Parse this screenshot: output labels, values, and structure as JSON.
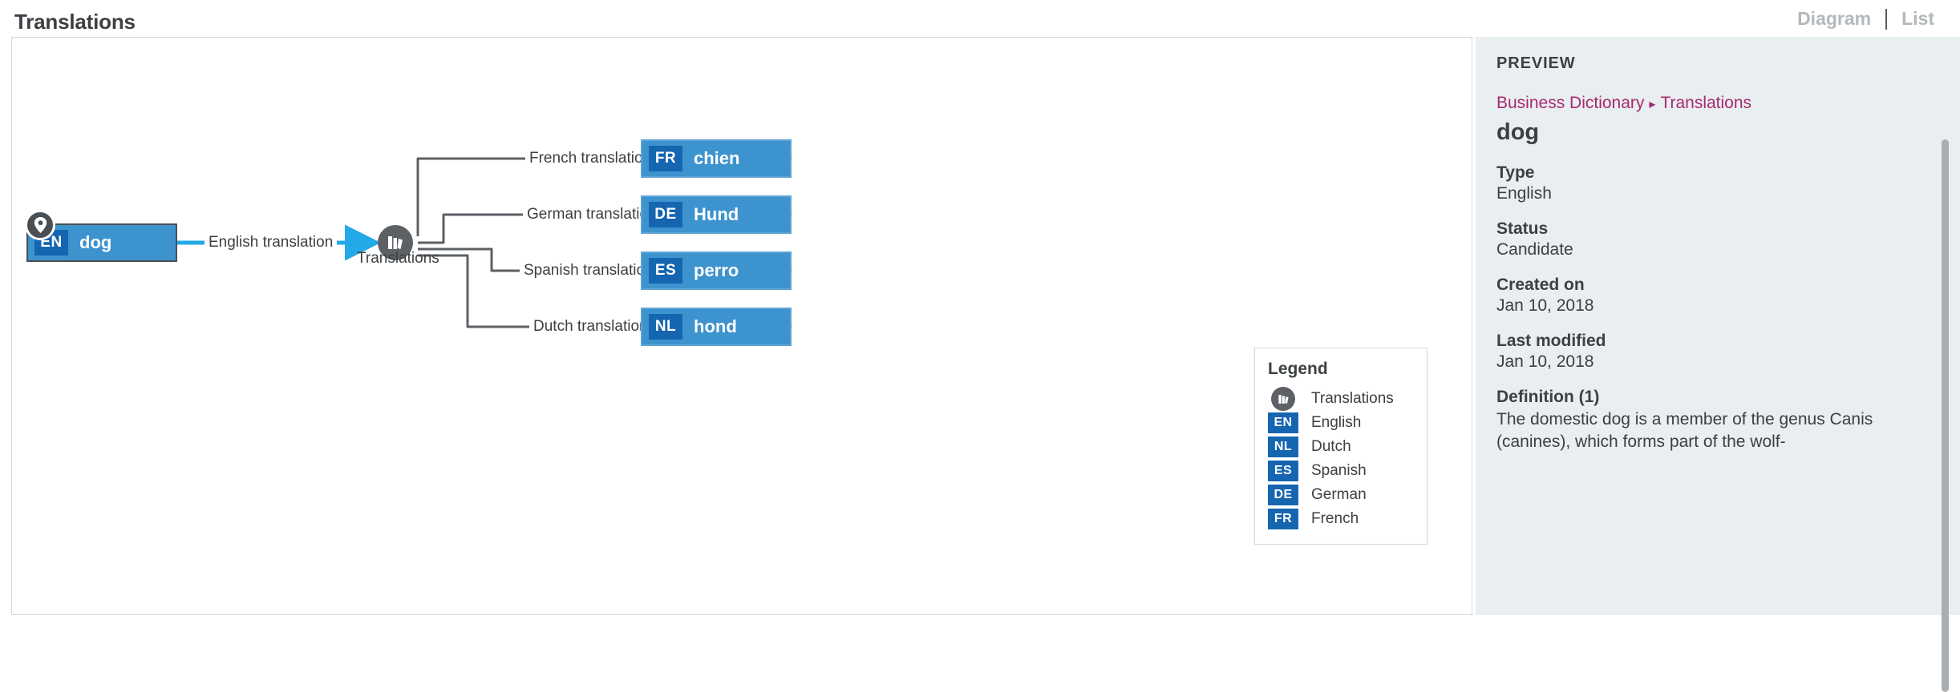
{
  "header": {
    "title": "Translations",
    "views": [
      {
        "label": "Diagram",
        "name": "diagram"
      },
      {
        "label": "List",
        "name": "list"
      }
    ]
  },
  "diagram": {
    "root": {
      "tag": "EN",
      "label": "dog",
      "pin_icon": "location-pin-icon"
    },
    "hub": {
      "label": "Translations",
      "icon": "books-icon"
    },
    "root_edge": {
      "label": "English translation",
      "color": "#23a9e8",
      "highlighted": true
    },
    "targets": [
      {
        "tag": "FR",
        "label": "chien",
        "edge": "French translation"
      },
      {
        "tag": "DE",
        "label": "Hund",
        "edge": "German translation"
      },
      {
        "tag": "ES",
        "label": "perro",
        "edge": "Spanish translation"
      },
      {
        "tag": "NL",
        "label": "hond",
        "edge": "Dutch translation"
      }
    ]
  },
  "legend": {
    "title": "Legend",
    "items": [
      {
        "badge": "",
        "label": "Translations",
        "shape": "circle",
        "icon": "books-icon"
      },
      {
        "badge": "EN",
        "label": "English",
        "shape": "square"
      },
      {
        "badge": "NL",
        "label": "Dutch",
        "shape": "square"
      },
      {
        "badge": "ES",
        "label": "Spanish",
        "shape": "square"
      },
      {
        "badge": "DE",
        "label": "German",
        "shape": "square"
      },
      {
        "badge": "FR",
        "label": "French",
        "shape": "square"
      }
    ]
  },
  "preview": {
    "heading": "PREVIEW",
    "breadcrumb": {
      "parent": "Business Dictionary",
      "current": "Translations"
    },
    "term": "dog",
    "fields": [
      {
        "label": "Type",
        "value": "English"
      },
      {
        "label": "Status",
        "value": "Candidate"
      },
      {
        "label": "Created on",
        "value": "Jan 10, 2018"
      },
      {
        "label": "Last modified",
        "value": "Jan 10, 2018"
      }
    ],
    "definition": {
      "label": "Definition (1)",
      "text": "The domestic dog is a member of the genus Canis (canines), which forms part of the wolf-"
    }
  },
  "colors": {
    "node_body": "#3d93ce",
    "node_tag": "#1565b0",
    "highlight_edge": "#23a9e8",
    "edge": "#5d6166",
    "panel_bg": "#e9eef1",
    "breadcrumb": "#a8296e",
    "text": "#3c4043"
  }
}
